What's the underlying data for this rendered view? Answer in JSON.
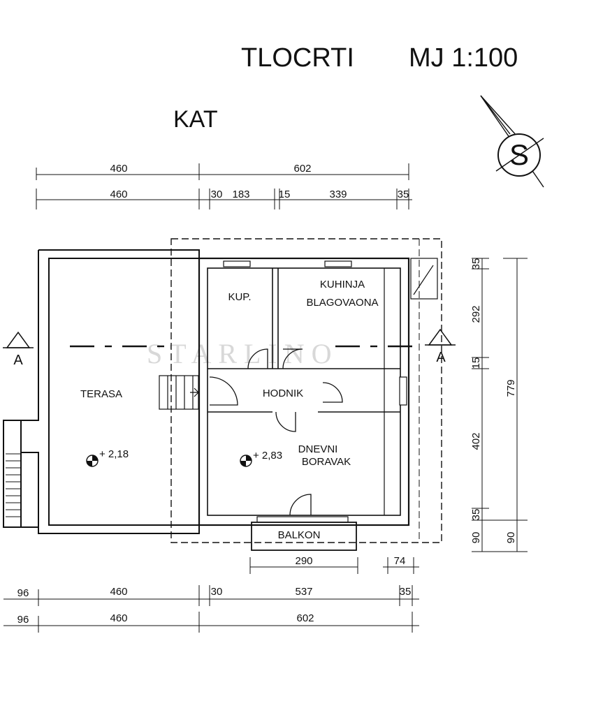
{
  "header": {
    "title": "TLOCRTI",
    "scale": "MJ 1:100",
    "floor": "KAT"
  },
  "compass": {
    "letter": "S"
  },
  "section_marker": "A",
  "watermark": "STARLINO",
  "rooms": {
    "terasa": "TERASA",
    "kup": "KUP.",
    "kuhinja": "KUHINJA",
    "blagovaona": "BLAGOVAONA",
    "hodnik": "HODNIK",
    "dnevni": "DNEVNI",
    "boravak": "BORAVAK",
    "balkon": "BALKON"
  },
  "levels": {
    "terasa": "+ 2,18",
    "boravak": "+ 2,83"
  },
  "dims_top": {
    "row1": [
      "460",
      "602"
    ],
    "row2": [
      "460",
      "30",
      "183",
      "15",
      "339",
      "35"
    ]
  },
  "dims_bottom": {
    "balkon": [
      "290",
      "74"
    ],
    "row1": [
      "96",
      "460",
      "30",
      "537",
      "35"
    ],
    "row2": [
      "96",
      "460",
      "602"
    ]
  },
  "dims_right": {
    "inner": [
      "35",
      "292",
      "15",
      "402",
      "35",
      "90"
    ],
    "outer": [
      "779",
      "90"
    ]
  }
}
